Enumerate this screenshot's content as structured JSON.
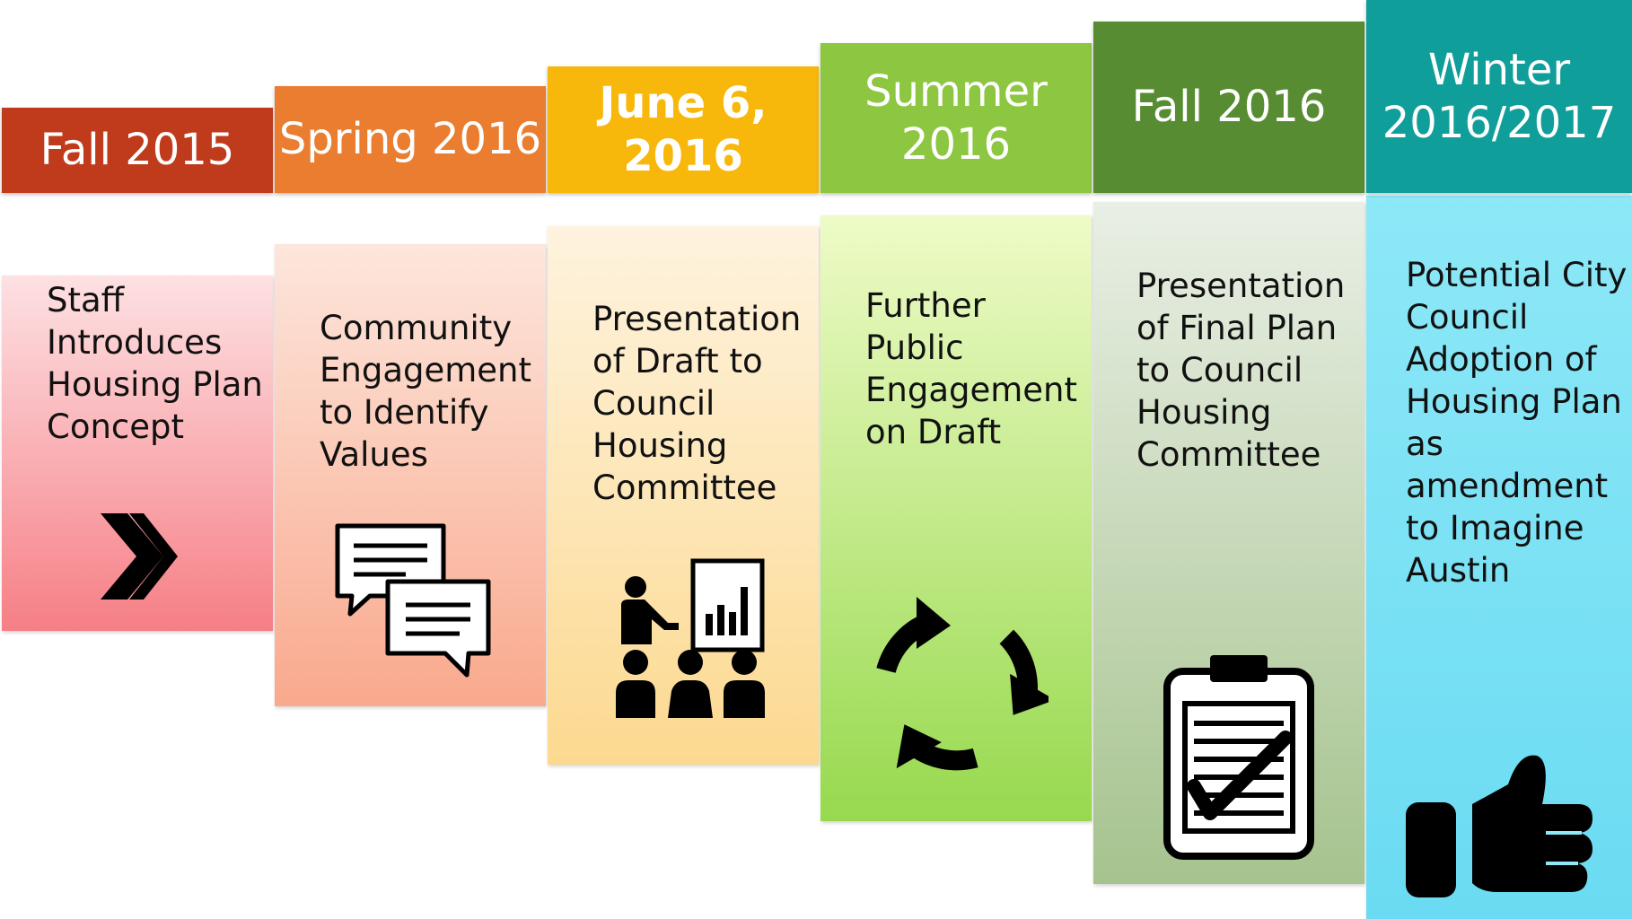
{
  "stages": [
    {
      "header": "Fall 2015",
      "text": "Staff\nIntroduces\nHousing Plan\nConcept",
      "icon": "chevron-forward-icon",
      "header_color": "#c03b1c",
      "body_color_top": "#fde1e3",
      "body_color_bottom": "#f67f86"
    },
    {
      "header": "Spring 2016",
      "text": "Community\nEngagement\nto Identify\nValues",
      "icon": "chat-bubbles-icon",
      "header_color": "#ea7d30",
      "body_color_top": "#fde6dc",
      "body_color_bottom": "#f9a98d"
    },
    {
      "header": "June 6,\n2016",
      "text": "Presentation\nof Draft to\nCouncil\nHousing\nCommittee",
      "icon": "presentation-audience-icon",
      "header_color": "#f7b70b",
      "body_color_top": "#fef3df",
      "body_color_bottom": "#fcd98f"
    },
    {
      "header": "Summer\n2016",
      "text": "Further\nPublic\nEngagement\non Draft",
      "icon": "cycle-arrows-icon",
      "header_color": "#8dc641",
      "body_color_top": "#eefbc7",
      "body_color_bottom": "#97d94e"
    },
    {
      "header": "Fall 2016",
      "text": "Presentation\nof Final Plan\nto Council\nHousing\nCommittee",
      "icon": "clipboard-check-icon",
      "header_color": "#588c32",
      "body_color_top": "#e9efe5",
      "body_color_bottom": "#a6c38e"
    },
    {
      "header": "Winter\n2016/2017",
      "text": "Potential City\nCouncil\nAdoption of\nHousing Plan\nas\namendment\nto Imagine\nAustin",
      "icon": "thumbs-up-icon",
      "header_color": "#109e9a",
      "body_color_top": "#8de8f7",
      "body_color_bottom": "#6adbf2"
    }
  ]
}
